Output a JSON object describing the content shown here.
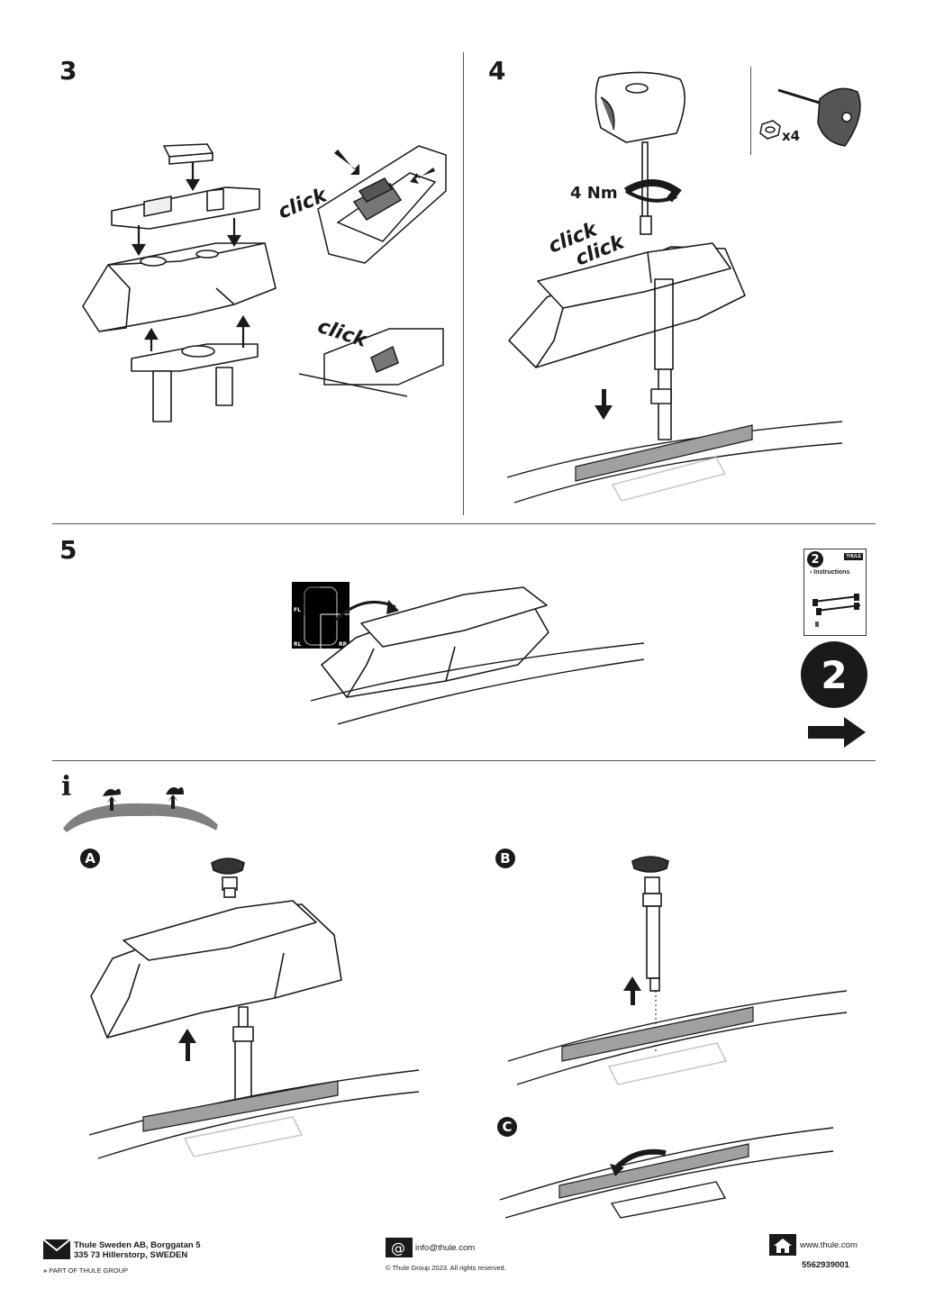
{
  "steps": {
    "s3": {
      "number": "3",
      "click_1": "click",
      "click_2": "click"
    },
    "s4": {
      "number": "4",
      "torque": "4 Nm",
      "click_1": "click",
      "click_2": "click",
      "qty": "x4"
    },
    "s5": {
      "number": "5",
      "pos_fl": "FL",
      "pos_rl": "RL",
      "pos_rr": "RR"
    }
  },
  "next_instructions": {
    "booklet_number": "2",
    "booklet_brand": "THULE",
    "booklet_label": "Instructions",
    "big_number": "2"
  },
  "info": {
    "icon": "i",
    "sub_a": "A",
    "sub_b": "B",
    "sub_c": "C"
  },
  "footer": {
    "address_line1": "Thule Sweden AB, Borggatan 5",
    "address_line2": "335 73 Hillerstorp, SWEDEN",
    "group": "PART OF THULE GROUP",
    "email": "info@thule.com",
    "copyright": "© Thule Group 2023. All rights reserved.",
    "website": "www.thule.com",
    "doc_number": "5562939001"
  },
  "colors": {
    "ink": "#1a1a1a",
    "rail": "#a0a0a0",
    "ghost": "#c8c8c8"
  }
}
